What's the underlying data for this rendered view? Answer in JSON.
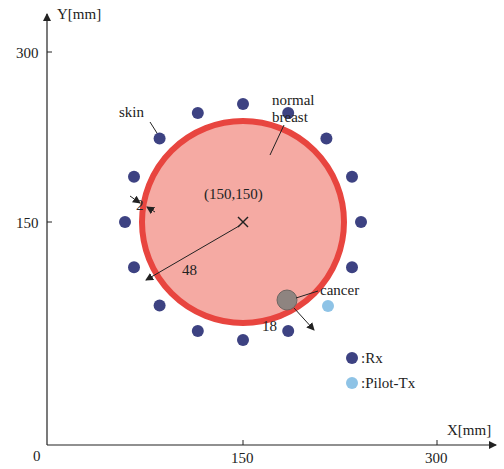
{
  "diagram": {
    "labels": [
      "Y[mm]",
      "300",
      "150",
      "0",
      "150",
      "300",
      "X[mm]",
      "skin",
      "normal breast",
      "(150,150)",
      "2",
      "48",
      "18",
      "cancer"
    ],
    "legend": [
      {
        "text": ":Rx",
        "color": "#3d4282"
      },
      {
        "text": ":Pilot-Tx",
        "color": "#8ec3e6"
      }
    ]
  }
}
